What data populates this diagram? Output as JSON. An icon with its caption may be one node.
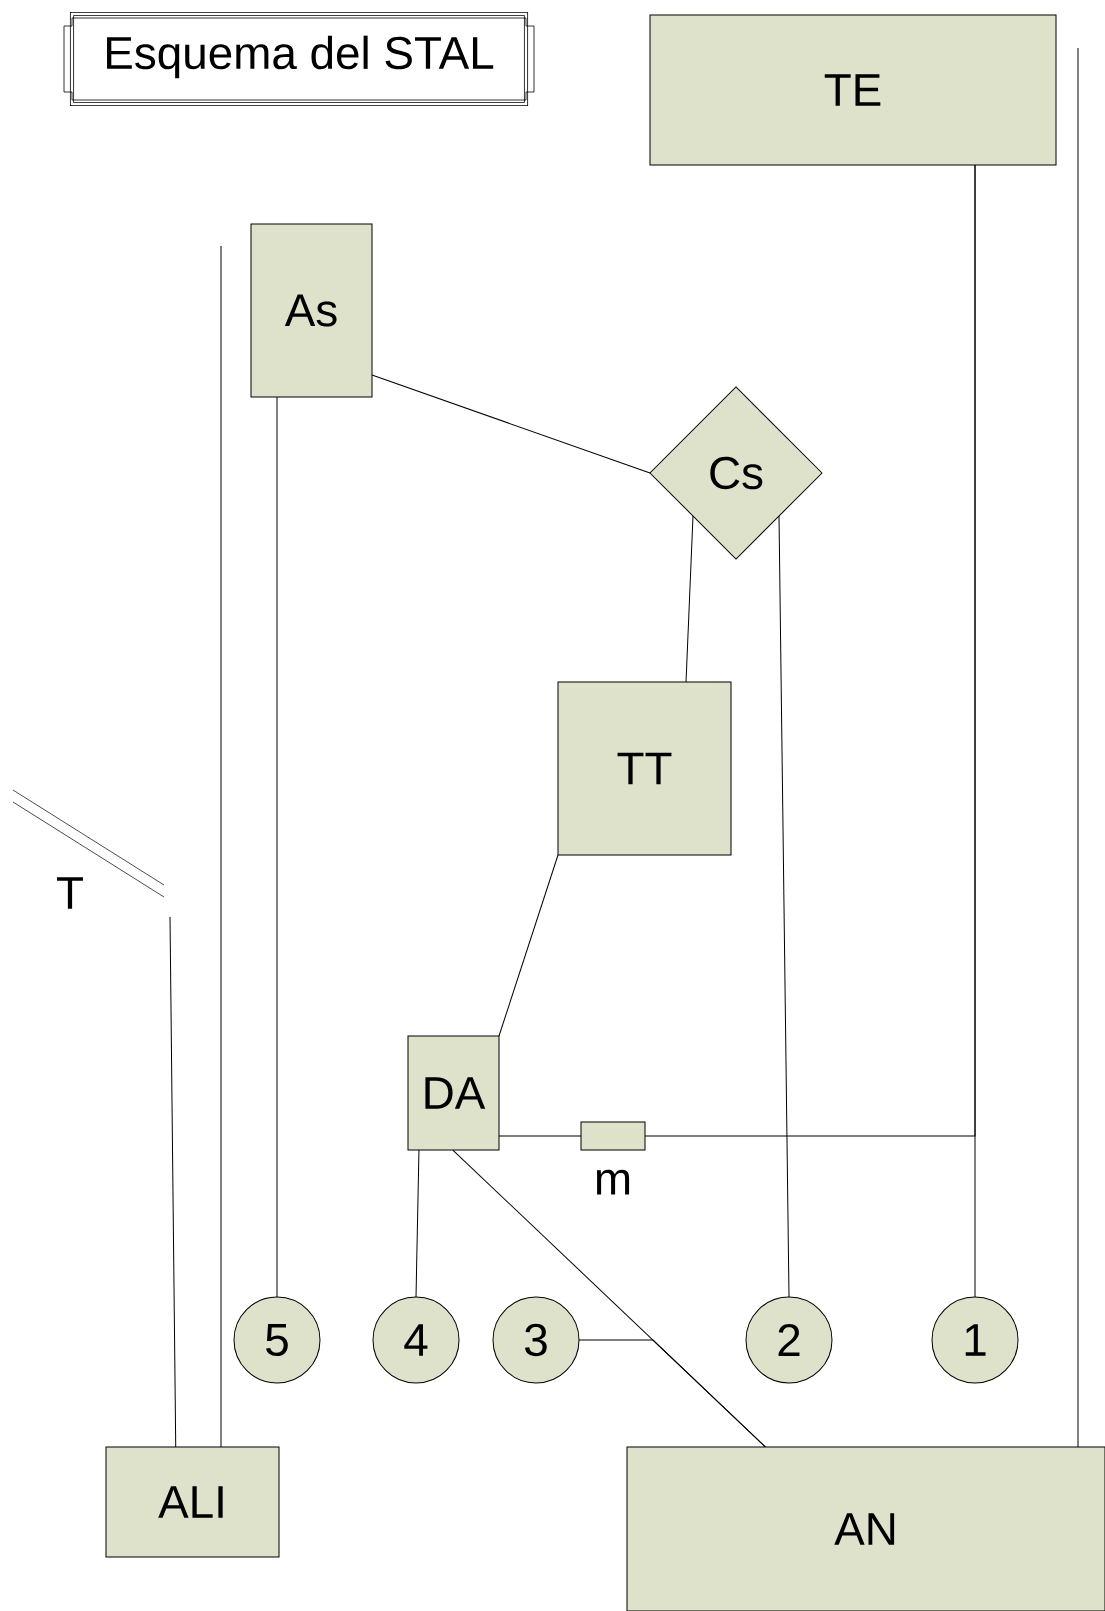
{
  "diagram": {
    "title": "Esquema del STAL",
    "nodes": [
      {
        "text": [
          "TE"
        ]
      },
      {
        "text": [
          "As"
        ]
      },
      {
        "text": [
          "Cs"
        ]
      },
      {
        "text": [
          "TT"
        ]
      },
      {
        "text": [
          "T"
        ]
      },
      {
        "text": [
          "DA"
        ]
      },
      {
        "text": [],
        "shape": "box",
        "beside": [
          "m"
        ]
      },
      {
        "text": [
          "5"
        ]
      },
      {
        "text": [
          "4"
        ]
      },
      {
        "text": [
          "3"
        ]
      },
      {
        "text": [
          "2"
        ]
      },
      {
        "text": [
          "1"
        ]
      },
      {
        "text": [
          "ALI"
        ]
      },
      {
        "text": [
          "AN"
        ]
      }
    ],
    "edges": [
      {
        "from": 1,
        "to": 2,
        "arrow": "none"
      },
      {
        "from": 2,
        "to": 3,
        "arrow": "none"
      },
      {
        "from": 2,
        "to": 10,
        "arrow": "none"
      },
      {
        "from": 3,
        "to": 5,
        "arrow": "none"
      },
      {
        "from": 5,
        "to": 6,
        "arrow": "none"
      },
      {
        "from": 0,
        "to": 11,
        "arrow": "none"
      },
      {
        "from": 6,
        "to": 0,
        "arrow": "none"
      },
      {
        "from": 5,
        "to": 8,
        "arrow": "none"
      },
      {
        "from": 5,
        "to": 13,
        "arrow": "none"
      },
      {
        "from": 9,
        "to": 13,
        "arrow": "none"
      },
      {
        "from": 1,
        "to": 7,
        "arrow": "none"
      },
      {
        "from": 4,
        "to": 12,
        "arrow": "none"
      },
      {
        "from": null,
        "to": 12,
        "arrow": "none"
      },
      {
        "from": null,
        "to": 13,
        "arrow": "none"
      }
    ]
  }
}
